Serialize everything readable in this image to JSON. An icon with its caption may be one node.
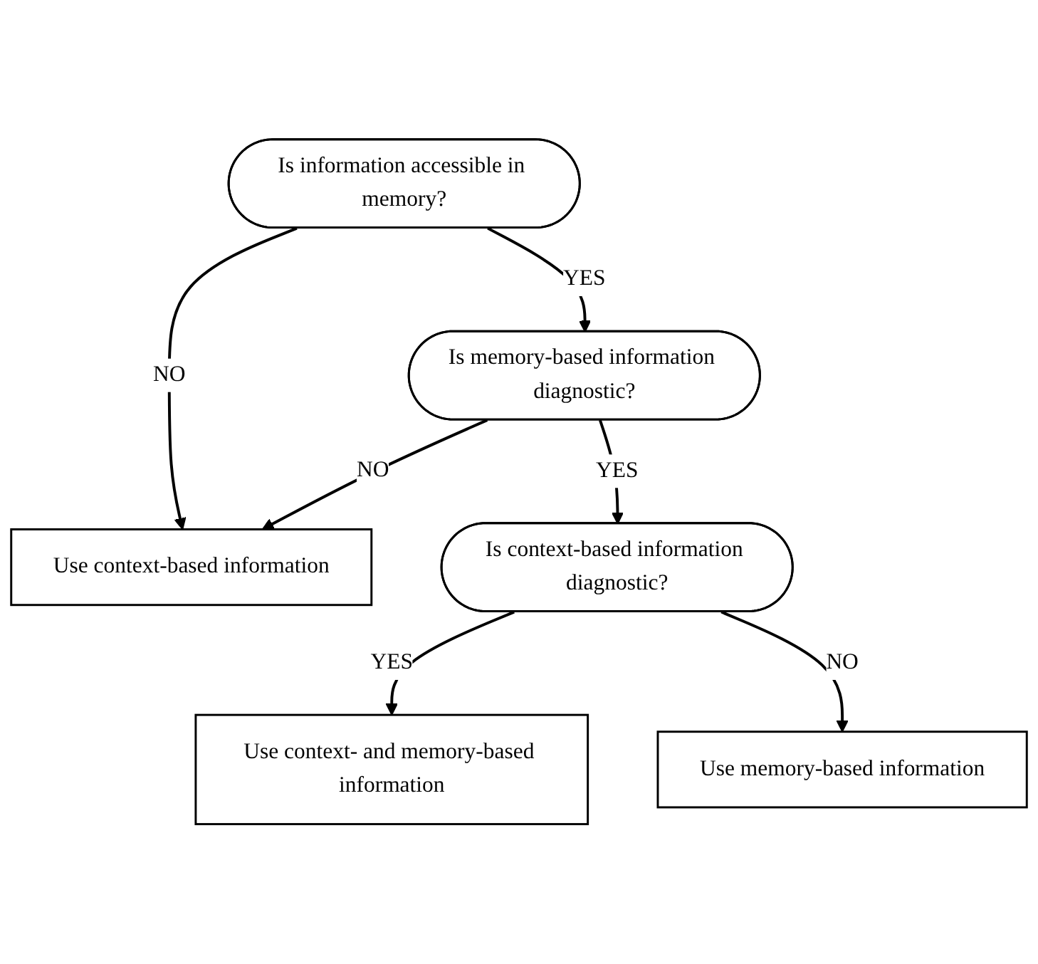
{
  "diagram": {
    "nodes": [
      {
        "text": [
          "Is information accessible in memory?"
        ]
      },
      {
        "text": [
          "Is memory-based information diagnostic?"
        ]
      },
      {
        "text": [
          "Is context-based information diagnostic?"
        ]
      },
      {
        "text": [
          "Use context-based information"
        ]
      },
      {
        "text": [
          "Use context- and memory-based information"
        ]
      },
      {
        "text": [
          "Use memory-based information"
        ]
      }
    ],
    "edges": [
      {
        "from": 0,
        "to": 3,
        "arrow": "to",
        "label": "NO"
      },
      {
        "from": 0,
        "to": 1,
        "arrow": "to",
        "label": "YES"
      },
      {
        "from": 1,
        "to": 3,
        "arrow": "to",
        "label": "NO"
      },
      {
        "from": 1,
        "to": 2,
        "arrow": "to",
        "label": "YES"
      },
      {
        "from": 2,
        "to": 4,
        "arrow": "to",
        "label": "YES"
      },
      {
        "from": 2,
        "to": 5,
        "arrow": "to",
        "label": "NO"
      }
    ]
  }
}
